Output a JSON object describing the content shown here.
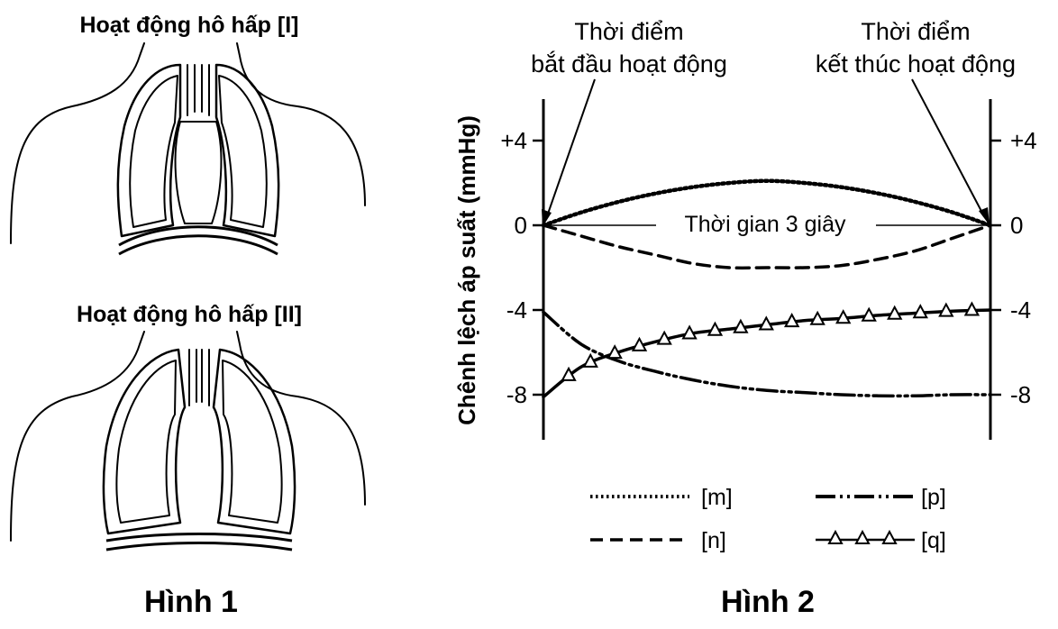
{
  "figure1": {
    "top_title": "Hoạt động hô hấp [I]",
    "bottom_title": "Hoạt động hô hấp [II]",
    "caption": "Hình 1"
  },
  "figure2": {
    "caption": "Hình 2",
    "annotation_start_line1": "Thời điểm",
    "annotation_start_line2": "bắt đầu hoạt động",
    "annotation_end_line1": "Thời điểm",
    "annotation_end_line2": "kết thúc hoạt động",
    "duration_label": "Thời gian 3 giây",
    "legend": [
      {
        "key": "m",
        "label": "[m]",
        "style": "dotted"
      },
      {
        "key": "n",
        "label": "[n]",
        "style": "dashed"
      },
      {
        "key": "p",
        "label": "[p]",
        "style": "dash-dot-dot"
      },
      {
        "key": "q",
        "label": "[q]",
        "style": "solid-triangles"
      }
    ]
  },
  "chart_data": {
    "type": "line",
    "ylabel": "Chênh lệch áp suất (mmHg)",
    "yticks": [
      "+4",
      "0",
      "-4",
      "-8"
    ],
    "ytick_values": [
      4,
      0,
      -4,
      -8
    ],
    "ylim": [
      -10.5,
      6
    ],
    "xlim": [
      0,
      3
    ],
    "x": [
      0,
      0.25,
      0.5,
      0.75,
      1.0,
      1.25,
      1.5,
      1.75,
      2.0,
      2.25,
      2.5,
      2.75,
      3.0
    ],
    "series": [
      {
        "name": "[m]",
        "style": "dotted",
        "values": [
          0,
          0.6,
          1.1,
          1.5,
          1.8,
          2.0,
          2.1,
          2.0,
          1.8,
          1.5,
          1.1,
          0.6,
          0
        ]
      },
      {
        "name": "[n]",
        "style": "dashed",
        "values": [
          0,
          -0.5,
          -1.0,
          -1.4,
          -1.8,
          -2.0,
          -2.0,
          -2.0,
          -1.9,
          -1.6,
          -1.2,
          -0.6,
          0
        ]
      },
      {
        "name": "[p]",
        "style": "dash-dot-dot",
        "values": [
          -4.1,
          -5.6,
          -6.4,
          -6.9,
          -7.3,
          -7.6,
          -7.8,
          -7.9,
          -8.0,
          -8.05,
          -8.05,
          -8.0,
          -8.0
        ]
      },
      {
        "name": "[q]",
        "style": "solid-triangles",
        "values": [
          -8.1,
          -6.7,
          -6.0,
          -5.5,
          -5.1,
          -4.9,
          -4.7,
          -4.5,
          -4.4,
          -4.25,
          -4.15,
          -4.05,
          -4.0
        ]
      }
    ]
  }
}
